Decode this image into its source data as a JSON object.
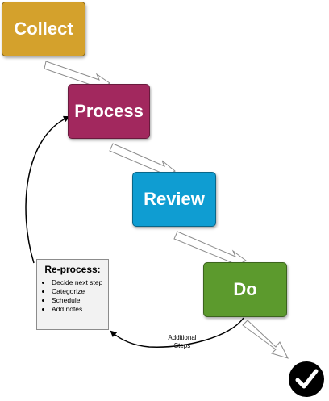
{
  "steps": {
    "collect": "Collect",
    "process": "Process",
    "review": "Review",
    "do": "Do"
  },
  "reprocess": {
    "title": "Re-process:",
    "items": [
      "Decide next step",
      "Categorize",
      "Schedule",
      "Add notes"
    ]
  },
  "loop_label": "Additional\nSteps",
  "icons": {
    "done": "checkmark-icon"
  },
  "colors": {
    "collect": "#d4a12c",
    "process": "#a2285e",
    "review": "#0f9dd2",
    "do": "#5c9a2d",
    "arrow_fill": "#ffffff",
    "arrow_stroke": "#8c8c8c"
  }
}
